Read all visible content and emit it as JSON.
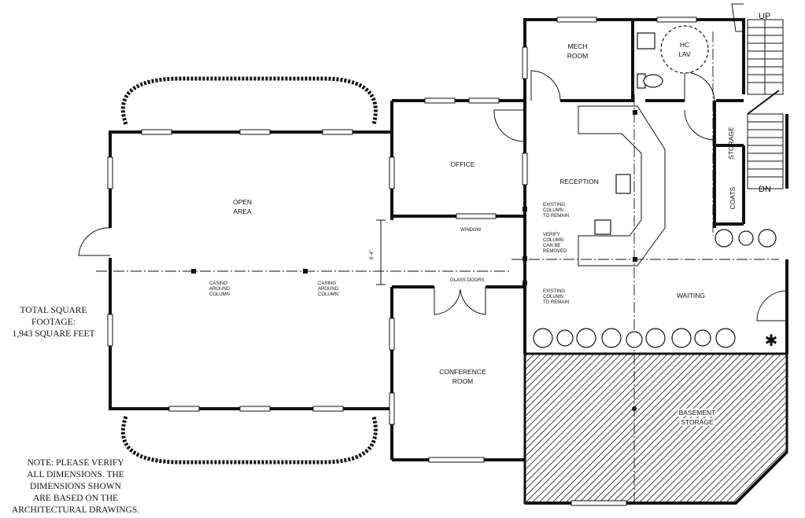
{
  "rooms": {
    "open_area": [
      "OPEN",
      "AREA"
    ],
    "office": "OFFICE",
    "reception": "RECEPTION",
    "mech_room": [
      "MECH",
      "ROOM"
    ],
    "hc_lav": [
      "HC",
      "LAV"
    ],
    "storage": "STORAGE",
    "coats": "COATS",
    "waiting": "WAITING",
    "conference": [
      "CONFERENCE",
      "ROOM"
    ],
    "basement": [
      "BASEMENT",
      "STORAGE"
    ]
  },
  "stairs": {
    "up": "UP",
    "down": "DN"
  },
  "annotations": {
    "casing_1": [
      "CASING",
      "AROUND",
      "COLUMN"
    ],
    "casing_2": [
      "CASING",
      "AROUND",
      "COLUMN"
    ],
    "window": "WINDOW",
    "glass_doors": "GLASS DOORS",
    "existing_column_1": [
      "EXISTING",
      "COLUMN",
      "TO REMAIN"
    ],
    "verify_column": [
      "VERIFY",
      "COLUMN",
      "CAN BE",
      "REMOVED"
    ],
    "existing_column_2": [
      "EXISTING",
      "COLUMN",
      "TO REMAIN"
    ],
    "dimension": "6'-4\""
  },
  "notes": {
    "footage": [
      "TOTAL SQUARE",
      "FOOTAGE:",
      "1,943 SQUARE FEET"
    ],
    "verify": [
      "NOTE:  PLEASE VERIFY",
      "ALL DIMENSIONS. THE",
      "DIMENSIONS SHOWN",
      "ARE BASED ON THE",
      "ARCHITECTURAL DRAWINGS."
    ]
  }
}
